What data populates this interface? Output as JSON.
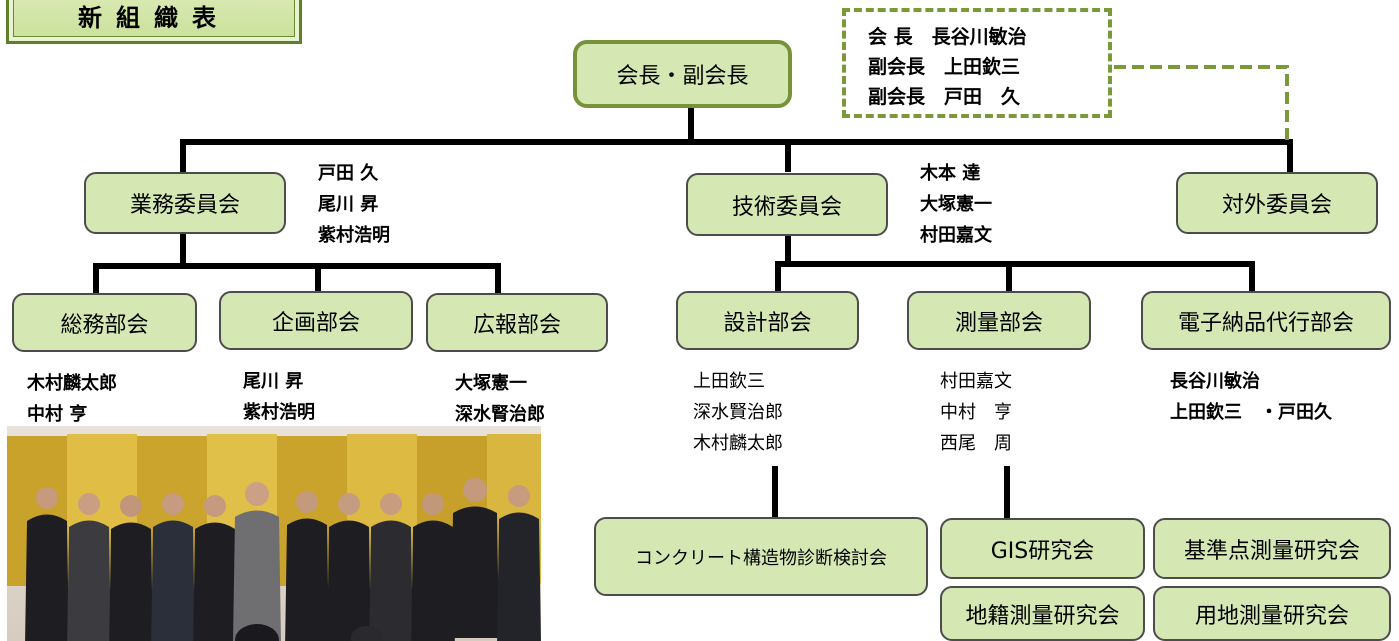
{
  "title": "新組織表",
  "top_node": "会長・副会長",
  "officers": {
    "lines": [
      "会 長　長谷川敏治",
      "副会長　上田欽三",
      "副会長　戸田　久"
    ]
  },
  "committees": {
    "business": {
      "label": "業務委員会",
      "members": [
        "戸田 久",
        "尾川 昇",
        "紫村浩明"
      ]
    },
    "technical": {
      "label": "技術委員会",
      "members": [
        "木本 達",
        "大塚憲一",
        "村田嘉文"
      ]
    },
    "external": {
      "label": "対外委員会"
    }
  },
  "divisions": {
    "general": {
      "label": "総務部会",
      "members": [
        "木村麟太郎",
        "中村 亨"
      ]
    },
    "planning": {
      "label": "企画部会",
      "members": [
        "尾川 昇",
        "紫村浩明"
      ]
    },
    "pr": {
      "label": "広報部会",
      "members": [
        "大塚憲一",
        "深水腎治郎"
      ]
    },
    "design": {
      "label": "設計部会",
      "members": [
        "上田欽三",
        "深水賢治郎",
        "木村麟太郎"
      ]
    },
    "survey": {
      "label": "測量部会",
      "members": [
        "村田嘉文",
        "中村　亨",
        "西尾　周"
      ]
    },
    "edelivery": {
      "label": "電子納品代行部会",
      "members": [
        "長谷川敏治",
        "上田欽三　・戸田久"
      ]
    }
  },
  "study_groups": {
    "concrete": "コンクリート構造物診断検討会",
    "gis": "GIS研究会",
    "benchmark": "基準点測量研究会",
    "cadastral": "地籍測量研究会",
    "land": "用地測量研究会"
  }
}
